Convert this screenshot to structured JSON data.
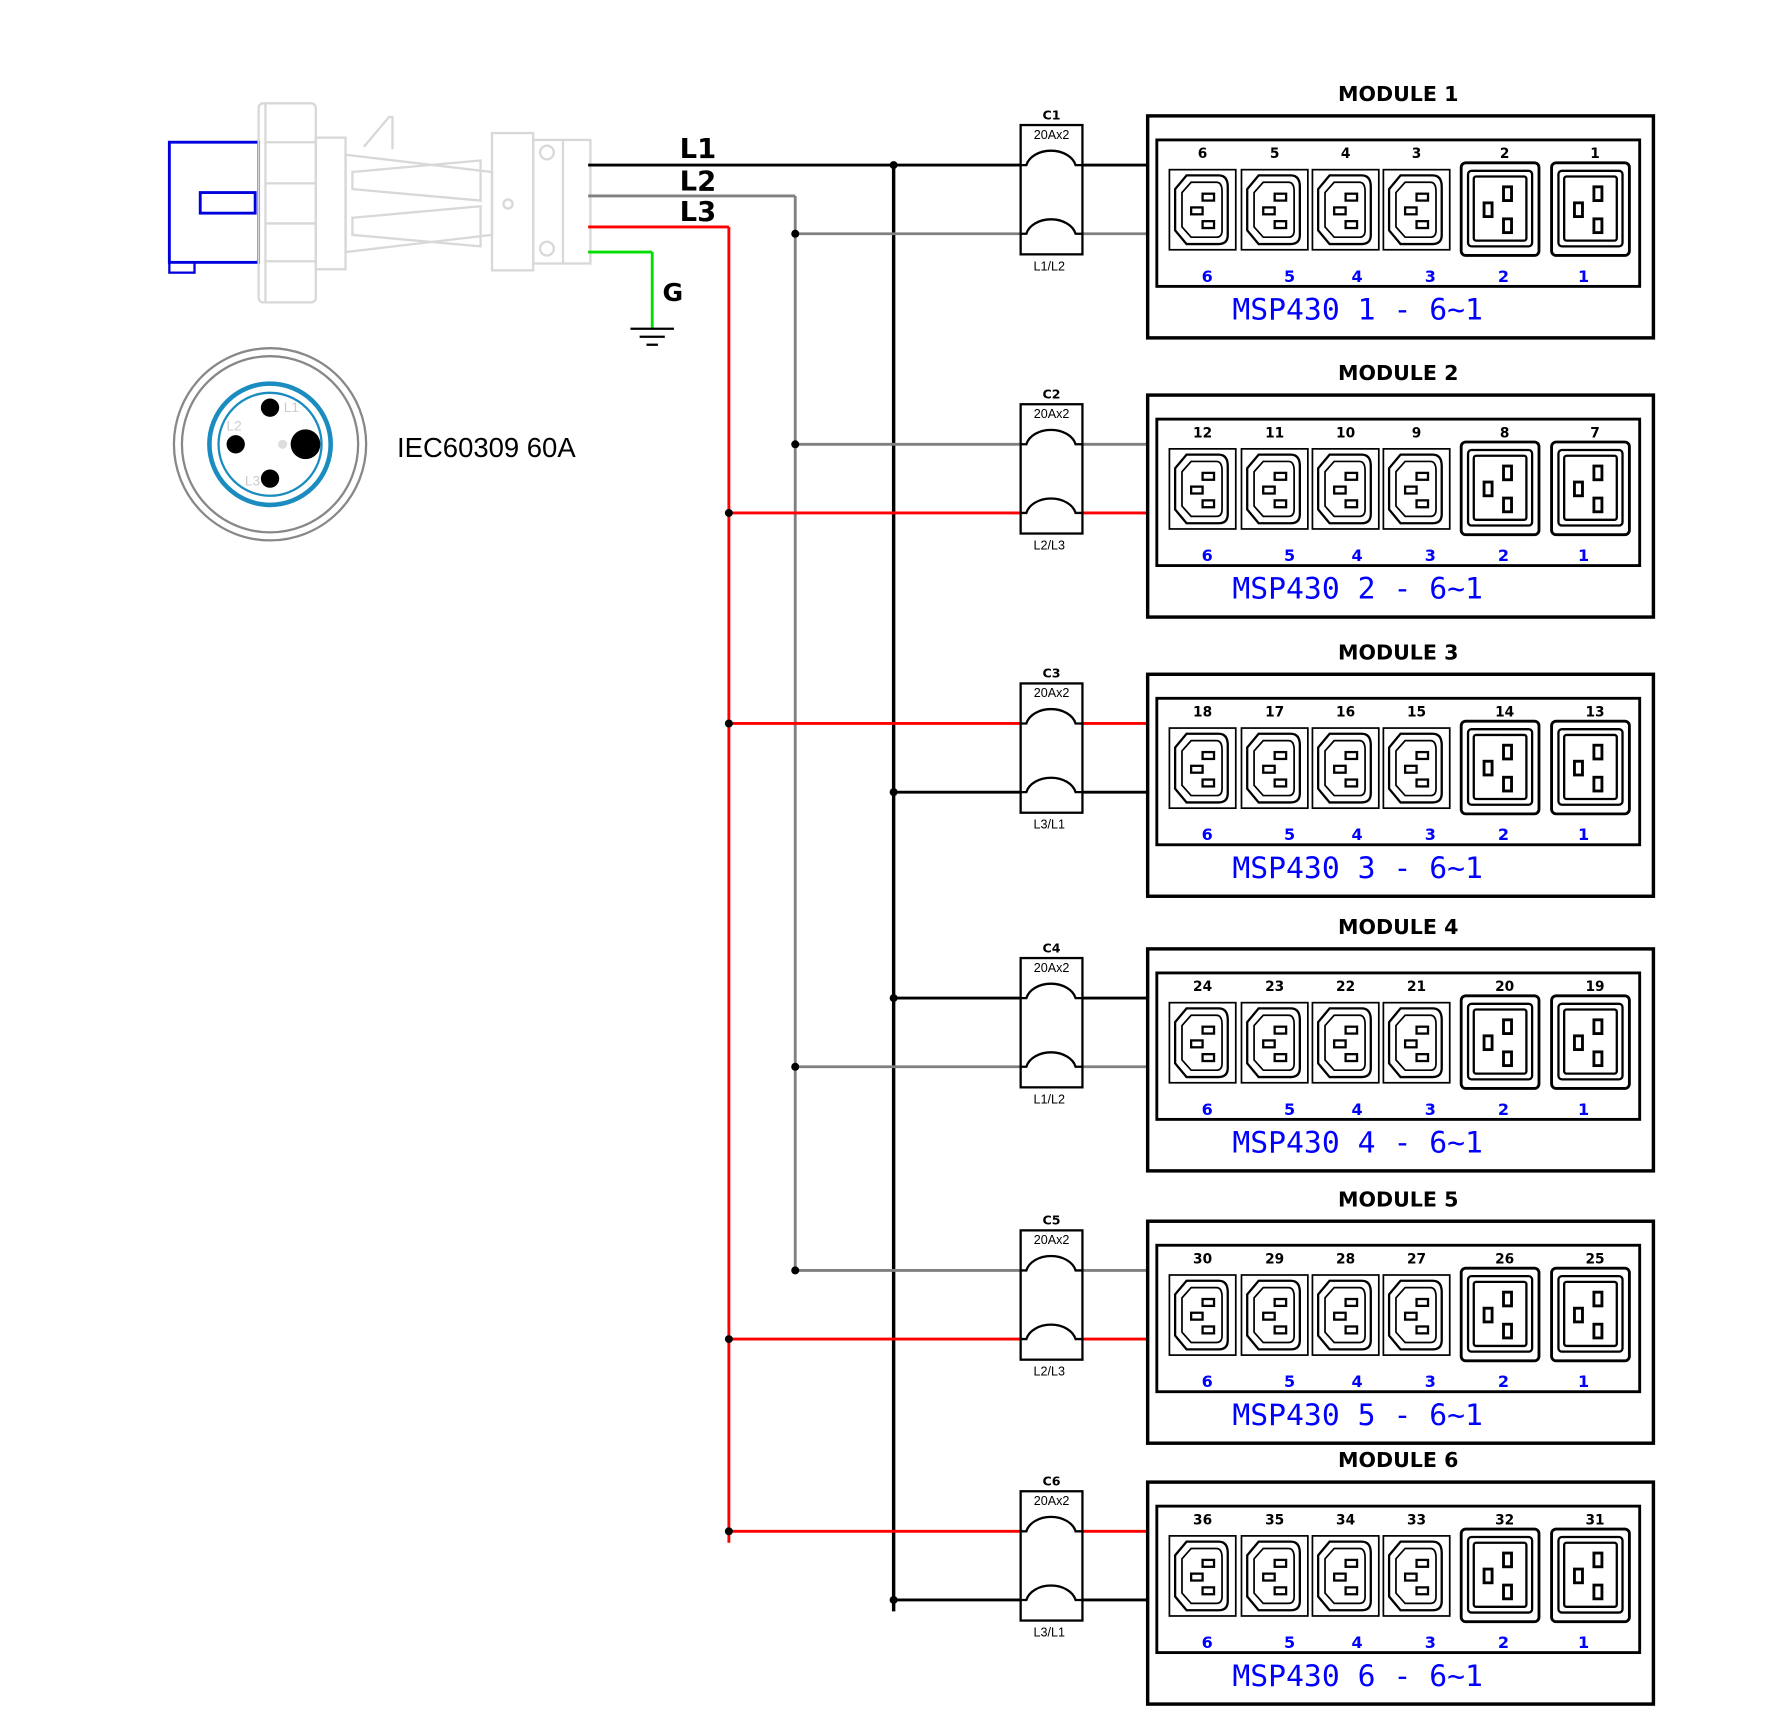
{
  "plug": {
    "phase_labels": [
      "L1",
      "L2",
      "L3"
    ],
    "ground_label": "G",
    "socket_pin_labels": [
      "L1",
      "L2",
      "L3"
    ],
    "model_label": "IEC60309 60A"
  },
  "colors": {
    "L1": "#000000",
    "L2": "#808080",
    "L3": "#ff0000",
    "ground": "#00dd00",
    "plug_frame": "#0000dd",
    "socket_ring": "#1a8cbf",
    "module_label": "#0000ff"
  },
  "modules": [
    {
      "title": "MODULE 1",
      "breaker": "C1",
      "rating": "20Ax2",
      "phases": "L1/L2",
      "outlets": [
        "6",
        "5",
        "4",
        "3",
        "2",
        "1"
      ],
      "positions": [
        "6",
        "5",
        "4",
        "3",
        "2",
        "1"
      ],
      "label": "MSP430 1 - 6~1"
    },
    {
      "title": "MODULE 2",
      "breaker": "C2",
      "rating": "20Ax2",
      "phases": "L2/L3",
      "outlets": [
        "12",
        "11",
        "10",
        "9",
        "8",
        "7"
      ],
      "positions": [
        "6",
        "5",
        "4",
        "3",
        "2",
        "1"
      ],
      "label": "MSP430 2 - 6~1"
    },
    {
      "title": "MODULE 3",
      "breaker": "C3",
      "rating": "20Ax2",
      "phases": "L3/L1",
      "outlets": [
        "18",
        "17",
        "16",
        "15",
        "14",
        "13"
      ],
      "positions": [
        "6",
        "5",
        "4",
        "3",
        "2",
        "1"
      ],
      "label": "MSP430 3 - 6~1"
    },
    {
      "title": "MODULE 4",
      "breaker": "C4",
      "rating": "20Ax2",
      "phases": "L1/L2",
      "outlets": [
        "24",
        "23",
        "22",
        "21",
        "20",
        "19"
      ],
      "positions": [
        "6",
        "5",
        "4",
        "3",
        "2",
        "1"
      ],
      "label": "MSP430 4 - 6~1"
    },
    {
      "title": "MODULE 5",
      "breaker": "C5",
      "rating": "20Ax2",
      "phases": "L2/L3",
      "outlets": [
        "30",
        "29",
        "28",
        "27",
        "26",
        "25"
      ],
      "positions": [
        "6",
        "5",
        "4",
        "3",
        "2",
        "1"
      ],
      "label": "MSP430 5 - 6~1"
    },
    {
      "title": "MODULE 6",
      "breaker": "C6",
      "rating": "20Ax2",
      "phases": "L3/L1",
      "outlets": [
        "36",
        "35",
        "34",
        "33",
        "32",
        "31"
      ],
      "positions": [
        "6",
        "5",
        "4",
        "3",
        "2",
        "1"
      ],
      "label": "MSP430 6 - 6~1"
    }
  ]
}
